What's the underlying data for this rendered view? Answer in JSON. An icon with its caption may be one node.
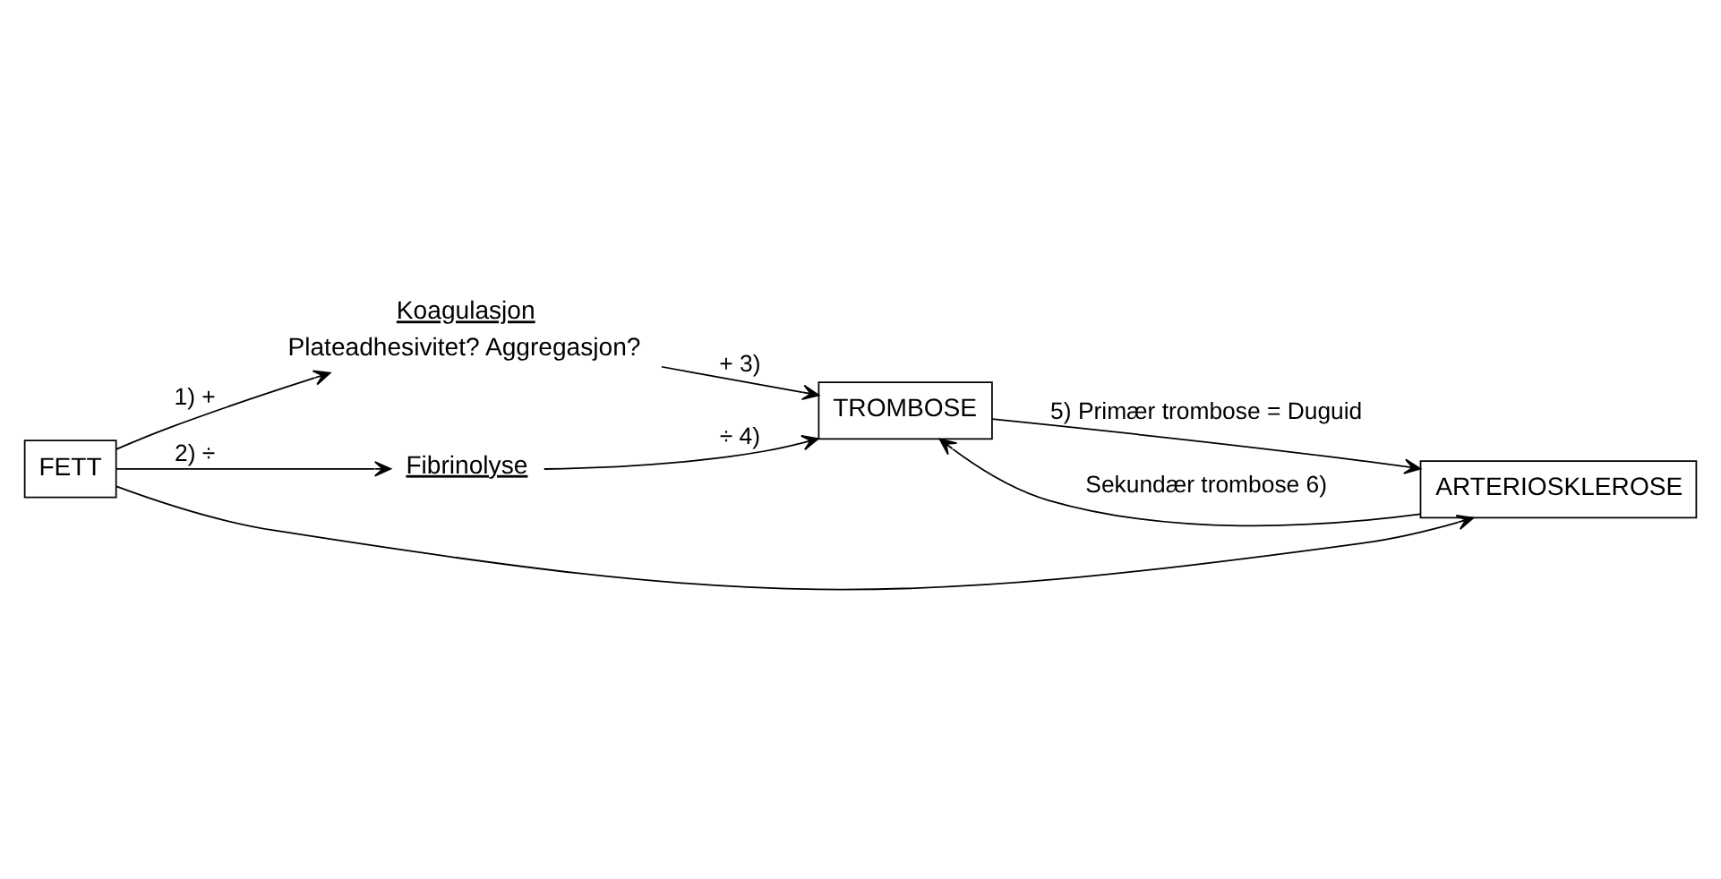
{
  "diagram": {
    "nodes": [
      {
        "text": [
          "FETT"
        ]
      },
      {
        "text": [
          "Koagulasjon"
        ],
        "beside": [
          "Plateadhesivitet? Aggregasjon?"
        ]
      },
      {
        "text": [
          "Fibrinolyse"
        ]
      },
      {
        "text": [
          "TROMBOSE"
        ]
      },
      {
        "text": [
          "ARTERIOSKLEROSE"
        ]
      }
    ],
    "edges": [
      {
        "from": 0,
        "to": 1,
        "arrow": "to",
        "label": "1) +"
      },
      {
        "from": 0,
        "to": 2,
        "arrow": "to",
        "label": "2) ÷"
      },
      {
        "from": 1,
        "to": 3,
        "arrow": "to",
        "label": "+ 3)"
      },
      {
        "from": 2,
        "to": 3,
        "arrow": "to",
        "label": "÷ 4)"
      },
      {
        "from": 3,
        "to": 4,
        "arrow": "to",
        "label": "5) Primær trombose = Duguid"
      },
      {
        "from": 4,
        "to": 3,
        "arrow": "to",
        "label": "Sekundær trombose 6)"
      },
      {
        "from": 0,
        "to": 4,
        "arrow": "to"
      }
    ]
  }
}
